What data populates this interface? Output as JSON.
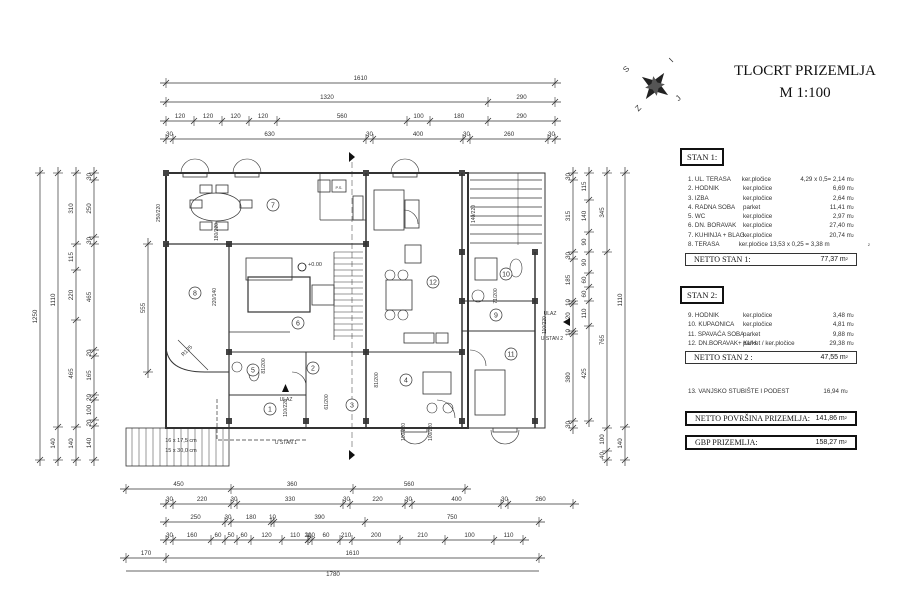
{
  "title": {
    "line1": "TLOCRT PRIZEMLJA",
    "line2": "M 1:100"
  },
  "compass": {
    "labels": [
      "S",
      "I",
      "J",
      "Z"
    ]
  },
  "stan1": {
    "header": "STAN 1:",
    "rooms": [
      {
        "name": "1. UL. TERASA",
        "material": "ker.pločice",
        "area": "4,29 x 0,5= 2,14 m"
      },
      {
        "name": "2. HODNIK",
        "material": "ker.pločice",
        "area": "6,69 m"
      },
      {
        "name": "3. IZBA",
        "material": "ker.pločice",
        "area": "2,64 m"
      },
      {
        "name": "4. RADNA SOBA",
        "material": "parket",
        "area": "11,41 m"
      },
      {
        "name": "5. WC",
        "material": "ker.pločice",
        "area": "2,97 m"
      },
      {
        "name": "6. DN. BORAVAK",
        "material": "ker.pločice",
        "area": "27,40 m"
      },
      {
        "name": "7. KUHINJA + BLAG.",
        "material": "ker.pločice",
        "area": "20,74 m"
      },
      {
        "name": "8. TERASA",
        "material": "ker.pločice 13,53 x 0,25 = 3,38 m",
        "area": ""
      }
    ],
    "netto_label": "NETTO STAN 1:",
    "netto_value": "77,37  m"
  },
  "stan2": {
    "header": "STAN 2:",
    "rooms": [
      {
        "name": "9. HODNIK",
        "material": "ker.pločice",
        "area": "3,48 m"
      },
      {
        "name": "10. KUPAONICA",
        "material": "ker.pločice",
        "area": "4,81 m"
      },
      {
        "name": "11. SPAVAĆA SOBA",
        "material": "parket",
        "area": "9,88 m"
      },
      {
        "name": "12. DN.BORAVAK+ KUH.",
        "material": "parket / ker.pločice",
        "area": "29,38 m"
      }
    ],
    "netto_label": "NETTO STAN 2 :",
    "netto_value": "47,55  m"
  },
  "extra": {
    "name": "13. VANJSKO STUBIŠTE I PODEST",
    "area": "16,94  m"
  },
  "totals": {
    "netto_label": "NETTO POVRŠINA PRIZEMLJA:",
    "netto_value": "141,86  m",
    "gbp_label": "GBP  PRIZEMLJA:",
    "gbp_value": "158,27  m"
  },
  "plan": {
    "room_numbers": [
      "1",
      "2",
      "3",
      "4",
      "5",
      "6",
      "7",
      "8",
      "9",
      "10",
      "11",
      "12"
    ],
    "labels": {
      "level": "+0.00",
      "entrance1": "ULAZ",
      "entrance1_sub": "U STAN 1",
      "entrance2": "ULAZ",
      "entrance2_sub": "U STAN 2",
      "stairs1": "16 x 17,5 cm",
      "stairs2": "15 x 30,0 cm",
      "radius": "R125",
      "ps": "P.S."
    },
    "door_labels": [
      "250/220",
      "180/220",
      "220/140",
      "81/200",
      "110/220",
      "61/200",
      "81/200",
      "100/220",
      "100/220",
      "140/220",
      "71/200",
      "110/220"
    ],
    "dims_top": [
      [
        "1610"
      ],
      [
        "1320",
        "290"
      ],
      [
        "120",
        "120",
        "120",
        "120",
        "560",
        "100",
        "180",
        "290"
      ],
      [
        "30",
        "630",
        "30",
        "400",
        "30",
        "260",
        "30"
      ]
    ],
    "dims_bottom": [
      [
        "450",
        "360",
        "560"
      ],
      [
        "30",
        "220",
        "30",
        "330",
        "30",
        "220",
        "30",
        "400",
        "30",
        "260",
        "30"
      ],
      [
        "250",
        "30",
        "180",
        "10",
        "390",
        "750"
      ],
      [
        "30",
        "160",
        "60",
        "50",
        "60",
        "120",
        "110",
        "20",
        "110",
        "60",
        "210",
        "200",
        "210",
        "100",
        "110"
      ],
      [
        "170",
        "1610"
      ],
      [
        "1780"
      ]
    ],
    "dims_left": [
      [
        "1250"
      ],
      [
        "1110",
        "140"
      ],
      [
        "310",
        "115",
        "220",
        "465",
        "140"
      ],
      [
        "30",
        "250",
        "30",
        "465",
        "20",
        "165",
        "20",
        "100",
        "20",
        "140"
      ],
      [
        "555"
      ]
    ],
    "dims_right": [
      [
        "30",
        "315",
        "30",
        "185",
        "10",
        "120",
        "10",
        "380",
        "30"
      ],
      [
        "115",
        "140",
        "90",
        "90",
        "60",
        "60",
        "110",
        "425"
      ],
      [
        "345",
        "765",
        "100",
        "40"
      ],
      [
        "1110",
        "140"
      ]
    ]
  }
}
